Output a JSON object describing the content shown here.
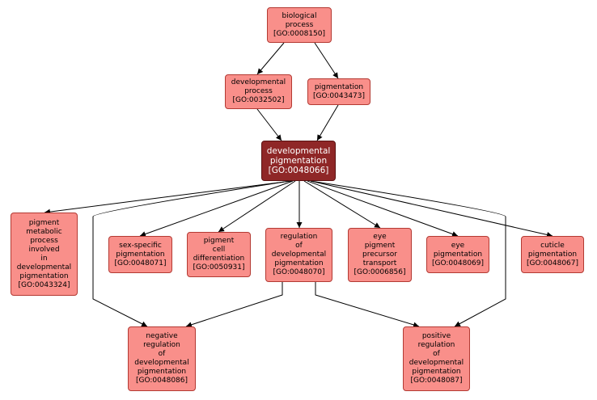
{
  "diagram": {
    "title": "GO term ancestry graph",
    "colors": {
      "node_fill": "#f98f8a",
      "node_border": "#b33a33",
      "focus_fill": "#8f2727",
      "edge": "#000000"
    },
    "nodes": {
      "biological_process": {
        "lines": [
          "biological",
          "process",
          "[GO:0008150]"
        ]
      },
      "developmental_process": {
        "lines": [
          "developmental",
          "process",
          "[GO:0032502]"
        ]
      },
      "pigmentation": {
        "lines": [
          "pigmentation",
          "[GO:0043473]"
        ]
      },
      "developmental_pigmentation": {
        "lines": [
          "developmental",
          "pigmentation",
          "[GO:0048066]"
        ]
      },
      "pigment_metabolic": {
        "lines": [
          "pigment",
          "metabolic",
          "process",
          "involved",
          "in",
          "developmental",
          "pigmentation",
          "[GO:0043324]"
        ]
      },
      "sex_specific": {
        "lines": [
          "sex-specific",
          "pigmentation",
          "[GO:0048071]"
        ]
      },
      "pigment_cell_diff": {
        "lines": [
          "pigment",
          "cell",
          "differentiation",
          "[GO:0050931]"
        ]
      },
      "regulation_dev_pig": {
        "lines": [
          "regulation",
          "of",
          "developmental",
          "pigmentation",
          "[GO:0048070]"
        ]
      },
      "eye_pigment_precursor": {
        "lines": [
          "eye",
          "pigment",
          "precursor",
          "transport",
          "[GO:0006856]"
        ]
      },
      "eye_pigmentation": {
        "lines": [
          "eye",
          "pigmentation",
          "[GO:0048069]"
        ]
      },
      "cuticle_pigmentation": {
        "lines": [
          "cuticle",
          "pigmentation",
          "[GO:0048067]"
        ]
      },
      "negative_regulation": {
        "lines": [
          "negative",
          "regulation",
          "of",
          "developmental",
          "pigmentation",
          "[GO:0048086]"
        ]
      },
      "positive_regulation": {
        "lines": [
          "positive",
          "regulation",
          "of",
          "developmental",
          "pigmentation",
          "[GO:0048087]"
        ]
      }
    }
  }
}
